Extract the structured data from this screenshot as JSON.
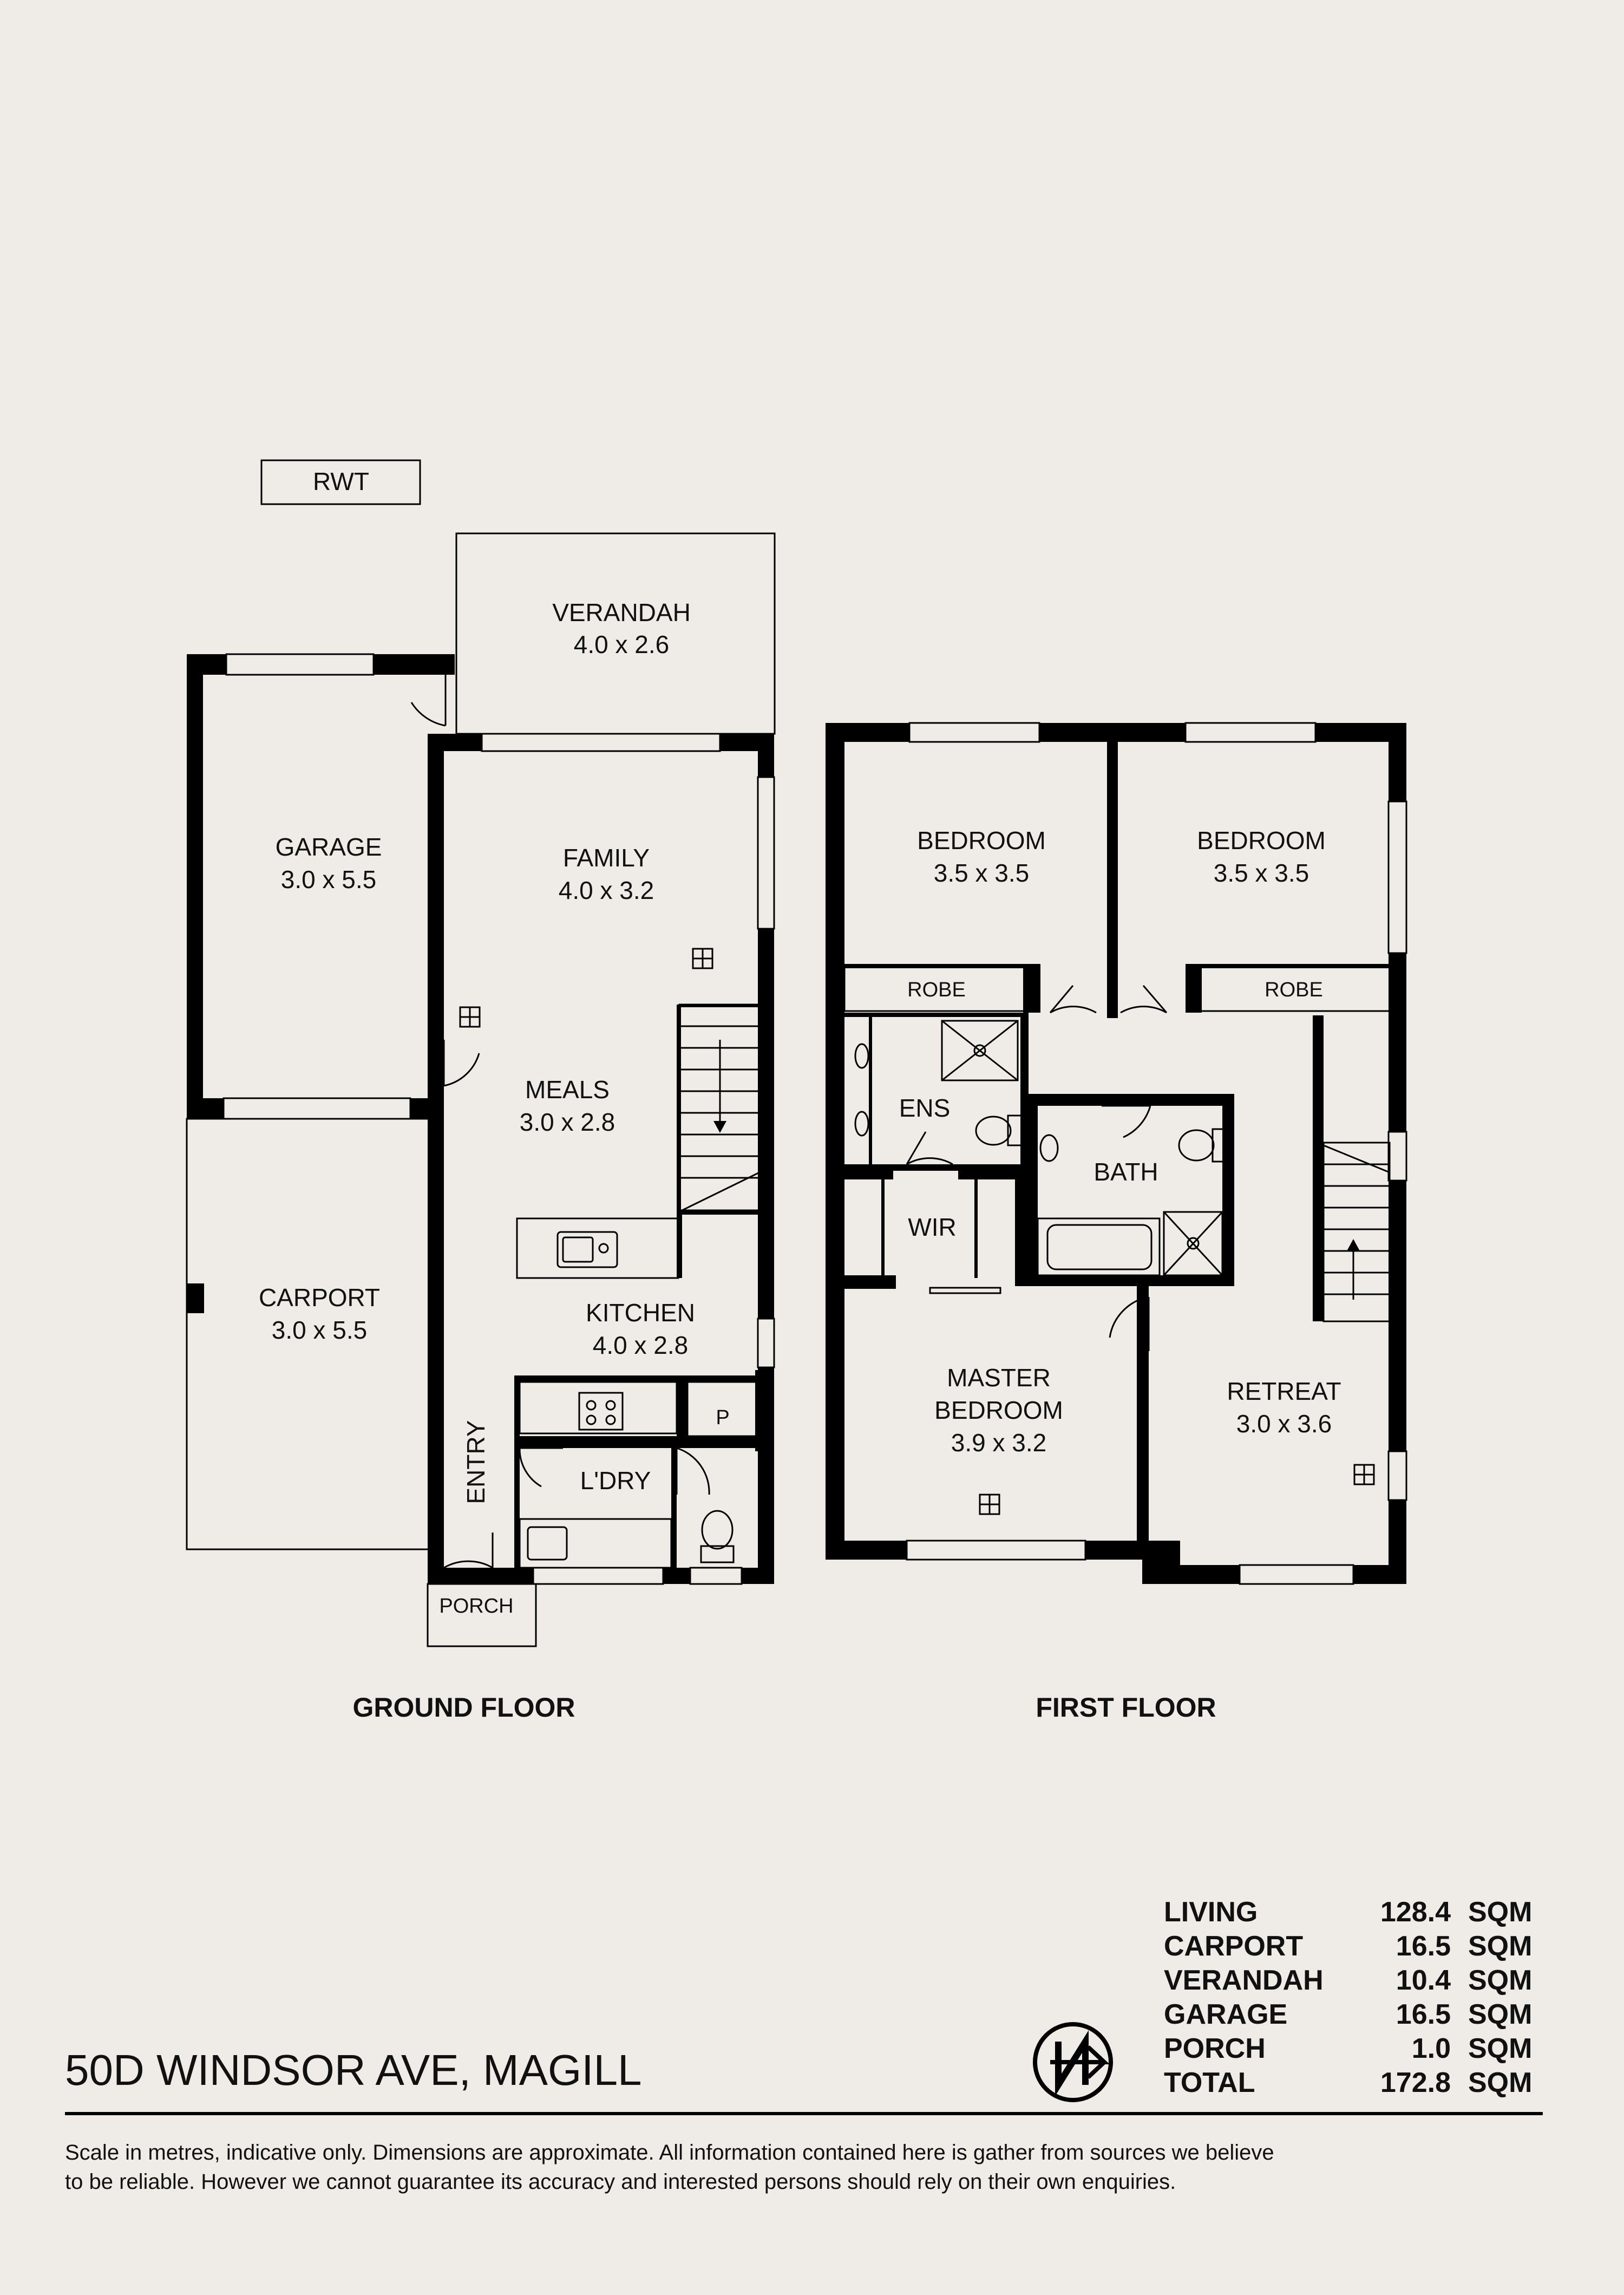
{
  "title": "50D WINDSOR AVE, MAGILL",
  "floors": {
    "ground_label": "GROUND FLOOR",
    "first_label": "FIRST FLOOR"
  },
  "rooms": {
    "rwt": "RWT",
    "verandah": {
      "name": "VERANDAH",
      "dims": "4.0 x 2.6"
    },
    "garage": {
      "name": "GARAGE",
      "dims": "3.0 x 5.5"
    },
    "family": {
      "name": "FAMILY",
      "dims": "4.0 x 3.2"
    },
    "meals": {
      "name": "MEALS",
      "dims": "3.0 x 2.8"
    },
    "carport": {
      "name": "CARPORT",
      "dims": "3.0 x 5.5"
    },
    "kitchen": {
      "name": "KITCHEN",
      "dims": "4.0 x 2.8"
    },
    "pantry": "P",
    "entry": "ENTRY",
    "laundry": "L'DRY",
    "porch": "PORCH",
    "bedroom1": {
      "name": "BEDROOM",
      "dims": "3.5 x 3.5"
    },
    "bedroom2": {
      "name": "BEDROOM",
      "dims": "3.5 x 3.5"
    },
    "robe1": "ROBE",
    "robe2": "ROBE",
    "ens": "ENS",
    "bath": "BATH",
    "wir": "WIR",
    "master": {
      "line1": "MASTER",
      "line2": "BEDROOM",
      "dims": "3.9 x 3.2"
    },
    "retreat": {
      "name": "RETREAT",
      "dims": "3.0 x 3.6"
    }
  },
  "areas": [
    {
      "label": "LIVING",
      "value": "128.4",
      "unit": "SQM"
    },
    {
      "label": "CARPORT",
      "value": "16.5",
      "unit": "SQM"
    },
    {
      "label": "VERANDAH",
      "value": "10.4",
      "unit": "SQM"
    },
    {
      "label": "GARAGE",
      "value": "16.5",
      "unit": "SQM"
    },
    {
      "label": "PORCH",
      "value": "1.0",
      "unit": "SQM"
    },
    {
      "label": "TOTAL",
      "value": "172.8",
      "unit": "SQM"
    }
  ],
  "disclaimer": {
    "line1": "Scale in metres, indicative only. Dimensions are approximate. All information contained here is gather from sources we believe",
    "line2": "to be reliable. However we cannot guarantee its accuracy and interested persons should rely on their own enquiries."
  },
  "compass_icon": "north-arrow-icon"
}
